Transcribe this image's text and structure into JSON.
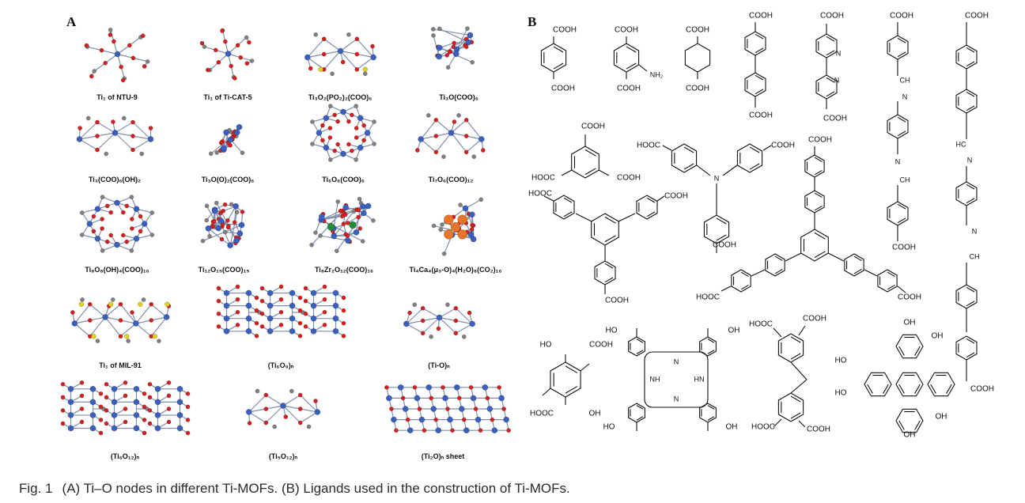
{
  "panel_a": {
    "letter": "A",
    "nodes": [
      {
        "label": "Ti₁ of NTU-9"
      },
      {
        "label": "Ti₁ of Ti-CAT-5"
      },
      {
        "label": "Ti₃O₂(PO₂)₂(COO)₆"
      },
      {
        "label": "Ti₃O(COO)₆"
      },
      {
        "label": "Ti₃(COO)₆(OH)₂"
      },
      {
        "label": "Ti₃O(O)₂(COO)₆"
      },
      {
        "label": "Ti₆O₆(COO)₆"
      },
      {
        "label": "Ti₇O₆(COO)₁₂"
      },
      {
        "label": "Ti₈O₈(OH)₄(COO)₁₆"
      },
      {
        "label": "Ti₁₂O₁₅(COO)₁₅"
      },
      {
        "label": "Ti₈Zr₂O₁₂(COO)₁₆"
      },
      {
        "label": "Ti₄Ca₄(μ₃-O)₄(H₂O)₈(CO₂)₁₆"
      },
      {
        "label": "Ti₁ of MIL-91"
      },
      {
        "label": "(Ti₆O₉)ₙ"
      },
      {
        "label": "(Ti-O)ₙ"
      },
      {
        "label": "(Ti₆O₁₂)ₙ"
      },
      {
        "label": "(Ti₅O₁₂)ₙ"
      },
      {
        "label": "(Ti₂O)ₙ sheet"
      }
    ]
  },
  "panel_b": {
    "letter": "B",
    "groups": {
      "cooh": "COOH",
      "hooc": "HOOC",
      "oh": "OH",
      "ho": "HO",
      "nh2": "NH₂",
      "n": "N",
      "nh": "NH",
      "hn": "HN",
      "ch": "CH",
      "hc": "HC"
    }
  },
  "caption": {
    "fig_no": "Fig. 1",
    "text": "(A) Ti–O nodes in different Ti-MOFs. (B) Ligands used in the construction of Ti-MOFs."
  },
  "colors": {
    "titanium": "#3a5fbf",
    "oxygen": "#d42020",
    "carbon": "#808080",
    "phosphorus_sulfur": "#e0d020",
    "zirconium": "#1f8f3a",
    "calcium": "#e8752a"
  }
}
